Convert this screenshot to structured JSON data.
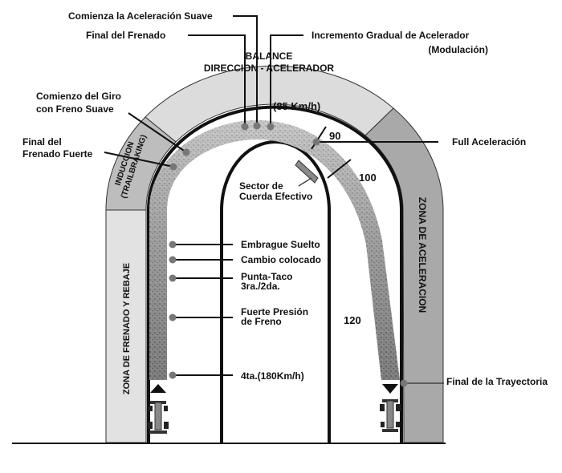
{
  "top_labels": {
    "comienza_aceleracion": "Comienza la Aceleración Suave",
    "final_frenado": "Final del Frenado",
    "incremento_1": "Incremento Gradual de Acelerador",
    "incremento_2": "(Modulación)",
    "balance_1": "BALANCE",
    "balance_2": "DIRECCION - ACELERADOR",
    "speed_apex": "(85 Km/h)"
  },
  "left_labels": {
    "comienzo_giro_1": "Comienzo del Giro",
    "comienzo_giro_2": "con Freno Suave",
    "final_fuerte_1": "Final del",
    "final_fuerte_2": "Frenado Fuerte",
    "induccion_1": "INDUCCION",
    "induccion_2": "(TRAILBRAKING)"
  },
  "right_labels": {
    "speed_90": "90",
    "full_aceleracion": "Full Aceleración",
    "speed_100": "100",
    "sector_1": "Sector de",
    "sector_2": "Cuerda Efectivo",
    "speed_120": "120",
    "final_trayectoria": "Final de la Trayectoria"
  },
  "zones": {
    "frenado": "ZONA DE FRENADO Y REBAJE",
    "aceleracion": "ZONA DE ACELERACION"
  },
  "steps": [
    {
      "l1": "Embrague Suelto",
      "l2": ""
    },
    {
      "l1": "Cambio colocado",
      "l2": ""
    },
    {
      "l1": "Punta-Taco",
      "l2": "3ra./2da."
    },
    {
      "l1": "Fuerte Presión",
      "l2": "de Freno"
    },
    {
      "l1": "4ta.(180Km/h)",
      "l2": ""
    }
  ],
  "colors": {
    "band_light": "#dcdcdc",
    "band_mid": "#bdbdbd",
    "band_dark": "#a9a9a9",
    "dot": "#777777"
  }
}
